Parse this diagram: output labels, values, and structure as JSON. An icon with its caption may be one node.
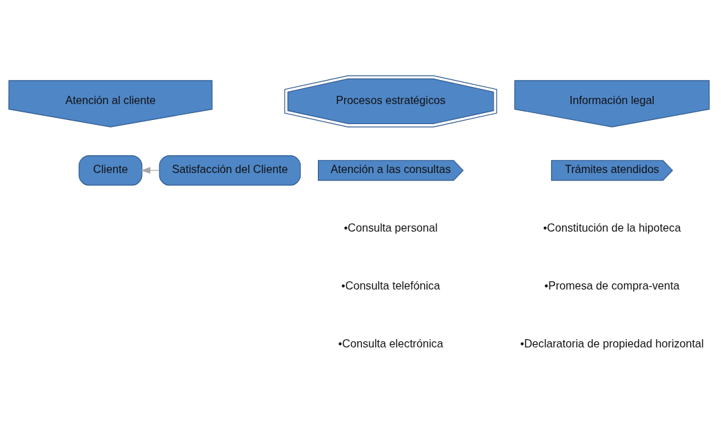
{
  "diagram": {
    "nodes": [
      {
        "text": [
          "Atención al cliente"
        ]
      },
      {
        "text": [
          "Procesos estratégicos"
        ]
      },
      {
        "text": [
          "Información legal"
        ]
      },
      {
        "text": [
          "Cliente"
        ]
      },
      {
        "text": [
          "Atención a las consultas"
        ]
      },
      {
        "text": [
          "Trámites atendidos"
        ]
      },
      {
        "text": [
          "Satisfacción del Cliente"
        ]
      }
    ],
    "edges": [
      {
        "from": 6,
        "to": 3,
        "arrow": "to",
        "color": "#a6a6a6"
      }
    ],
    "labels": [
      "•Consulta personal",
      "•Consulta telefónica",
      "•Consulta electrónica",
      "•Constitución de la hipoteca",
      "•Promesa de compra-venta",
      "•Declaratoria de propiedad horizontal"
    ]
  }
}
